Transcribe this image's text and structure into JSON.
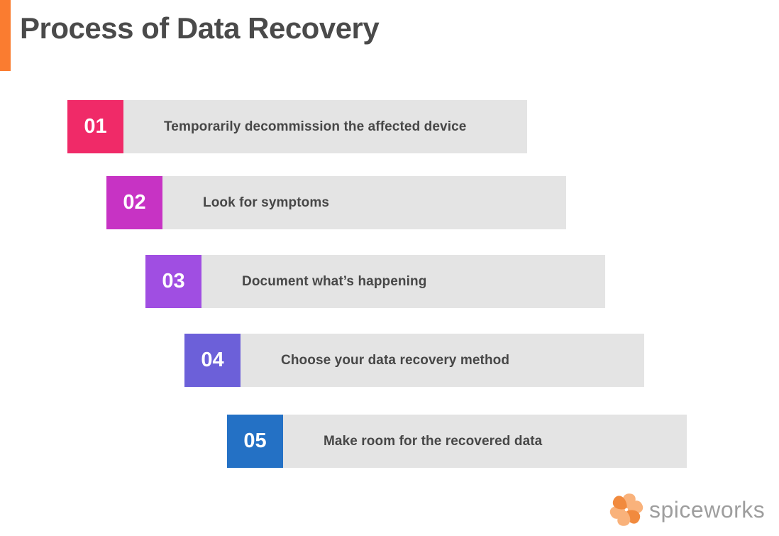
{
  "title": {
    "text": "Process of Data Recovery"
  },
  "colors": {
    "accent_bar": "#FA7C30",
    "title_text": "#4A4A4A",
    "bar_background": "#E4E4E4",
    "step_label_text": "#474747",
    "logo_text": "#9E9E9E",
    "logo_orange_light": "#F9B27B",
    "logo_orange_dark": "#F18A3E"
  },
  "steps": [
    {
      "number": "01",
      "label": "Temporarily decommission the affected device",
      "color": "#F02A68"
    },
    {
      "number": "02",
      "label": "Look for symptoms",
      "color": "#C733C4"
    },
    {
      "number": "03",
      "label": "Document what’s happening",
      "color": "#A04EE2"
    },
    {
      "number": "04",
      "label": "Choose your data recovery method",
      "color": "#6C60D9"
    },
    {
      "number": "05",
      "label": "Make room for the recovered data",
      "color": "#2471C5"
    }
  ],
  "logo": {
    "text": "spiceworks",
    "icon": "spiceworks-pinwheel-icon"
  }
}
